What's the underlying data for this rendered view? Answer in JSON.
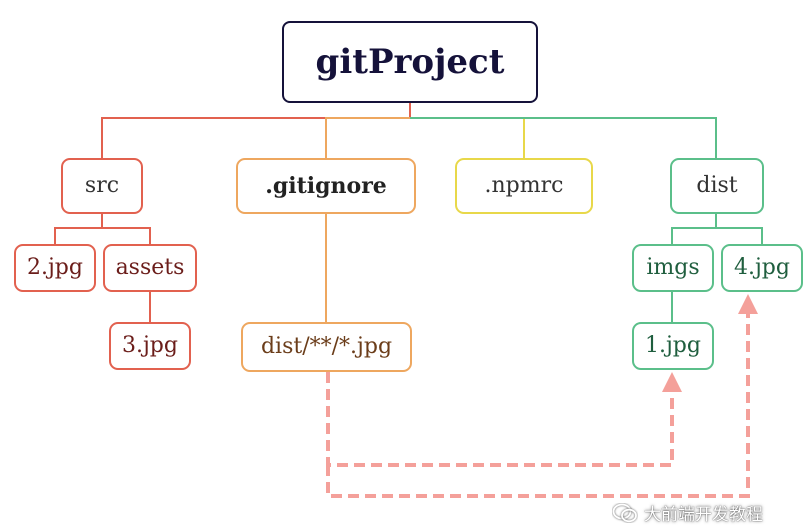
{
  "root": {
    "label": "gitProject"
  },
  "branches": {
    "src": {
      "label": "src",
      "children": {
        "jpg2": "2.jpg",
        "assets": "assets",
        "jpg3": "3.jpg"
      }
    },
    "gitignore": {
      "label": ".gitignore",
      "rule": "dist/**/*.jpg"
    },
    "npmrc": {
      "label": ".npmrc"
    },
    "dist": {
      "label": "dist",
      "children": {
        "imgs": "imgs",
        "jpg4": "4.jpg",
        "jpg1": "1.jpg"
      }
    }
  },
  "colors": {
    "root": "#15123a",
    "red": "#e2614f",
    "orange": "#eea75f",
    "yellow": "#e8d84a",
    "green": "#5bbf8a",
    "arrow": "#f4a09a"
  },
  "watermark": {
    "text": "大前端开发教程",
    "icon": "wechat-icon"
  }
}
